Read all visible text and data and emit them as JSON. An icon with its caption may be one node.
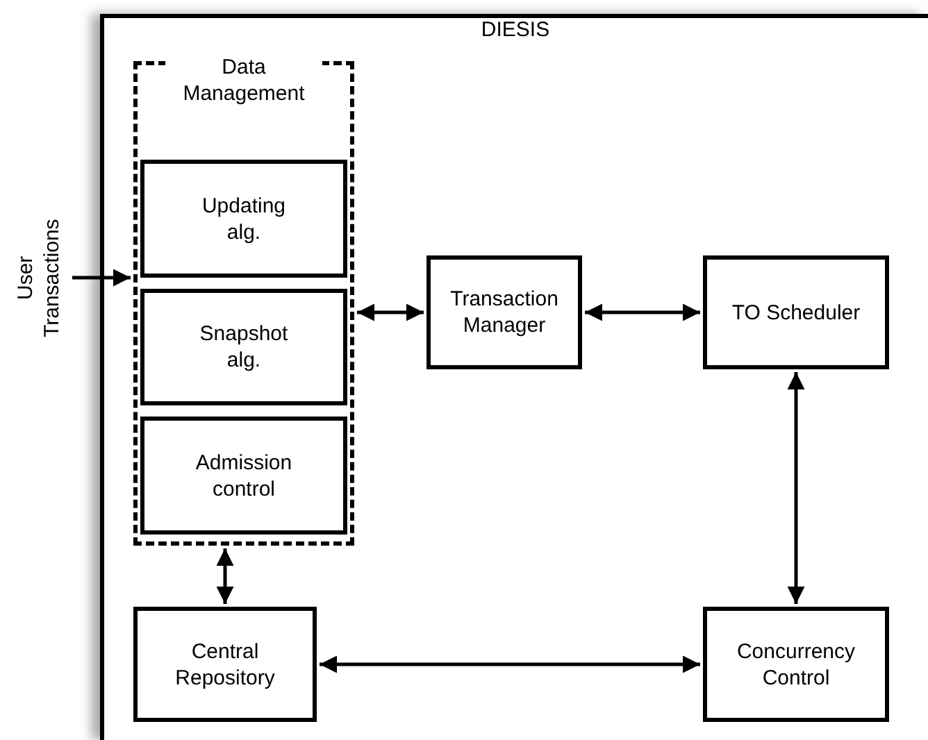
{
  "diagram": {
    "nodes": [
      {
        "text": [
          "DIESIS"
        ]
      },
      {
        "text": [
          "Data Management"
        ],
        "in": 0
      },
      {
        "text": [
          "Updating alg."
        ],
        "in": 1
      },
      {
        "text": [
          "Snapshot alg."
        ],
        "in": 1
      },
      {
        "text": [
          "Admission control"
        ],
        "in": 1
      },
      {
        "text": [
          "Transaction Manager"
        ],
        "in": 0
      },
      {
        "text": [
          "TO Scheduler"
        ],
        "in": 0
      },
      {
        "text": [
          "Central Repository"
        ],
        "in": 0
      },
      {
        "text": [
          "Concurrency Control"
        ],
        "in": 0
      },
      {
        "text": [
          "User Transactions"
        ]
      }
    ],
    "edges": [
      {
        "from": 9,
        "to": 1,
        "arrow": "to"
      },
      {
        "from": 1,
        "to": 5,
        "arrow": "both"
      },
      {
        "from": 5,
        "to": 6,
        "arrow": "both"
      },
      {
        "from": 6,
        "to": 8,
        "arrow": "both"
      },
      {
        "from": 1,
        "to": 7,
        "arrow": "both"
      },
      {
        "from": 7,
        "to": 8,
        "arrow": "both"
      }
    ]
  }
}
